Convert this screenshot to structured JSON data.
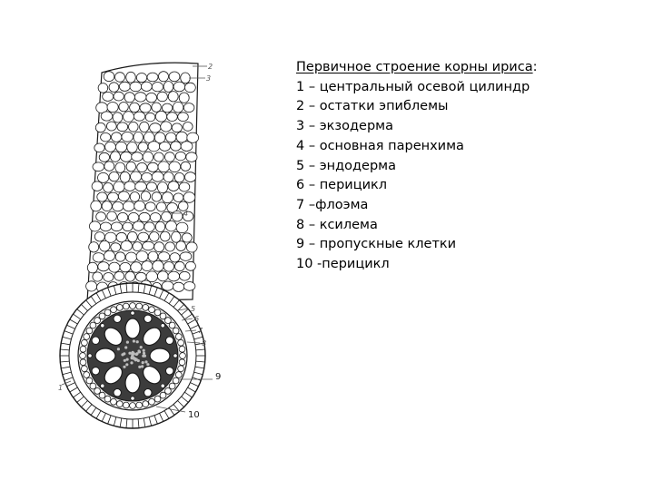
{
  "legend": {
    "title": "Первичное строение корны ириса",
    "title_suffix": ":",
    "items": [
      "1 – центральный осевой цилиндр",
      "2 – остатки эпиблемы",
      "3 – экзодерма",
      "4 – основная паренхима",
      "5 – эндодерма",
      "6 – перицикл",
      "7 –флоэма",
      "8 – ксилема",
      "9 – пропускные клетки",
      "10 -перицикл"
    ]
  },
  "drawing_labels": {
    "l1": "1",
    "l2": "2",
    "l3": "3",
    "l4": "4",
    "l5": "5",
    "l6": "6",
    "l7": "7",
    "l8": "8",
    "l9": "9",
    "l10": "10"
  },
  "colors": {
    "ink": "#1a1a1a",
    "label_gray": "#555555",
    "background": "#ffffff"
  }
}
